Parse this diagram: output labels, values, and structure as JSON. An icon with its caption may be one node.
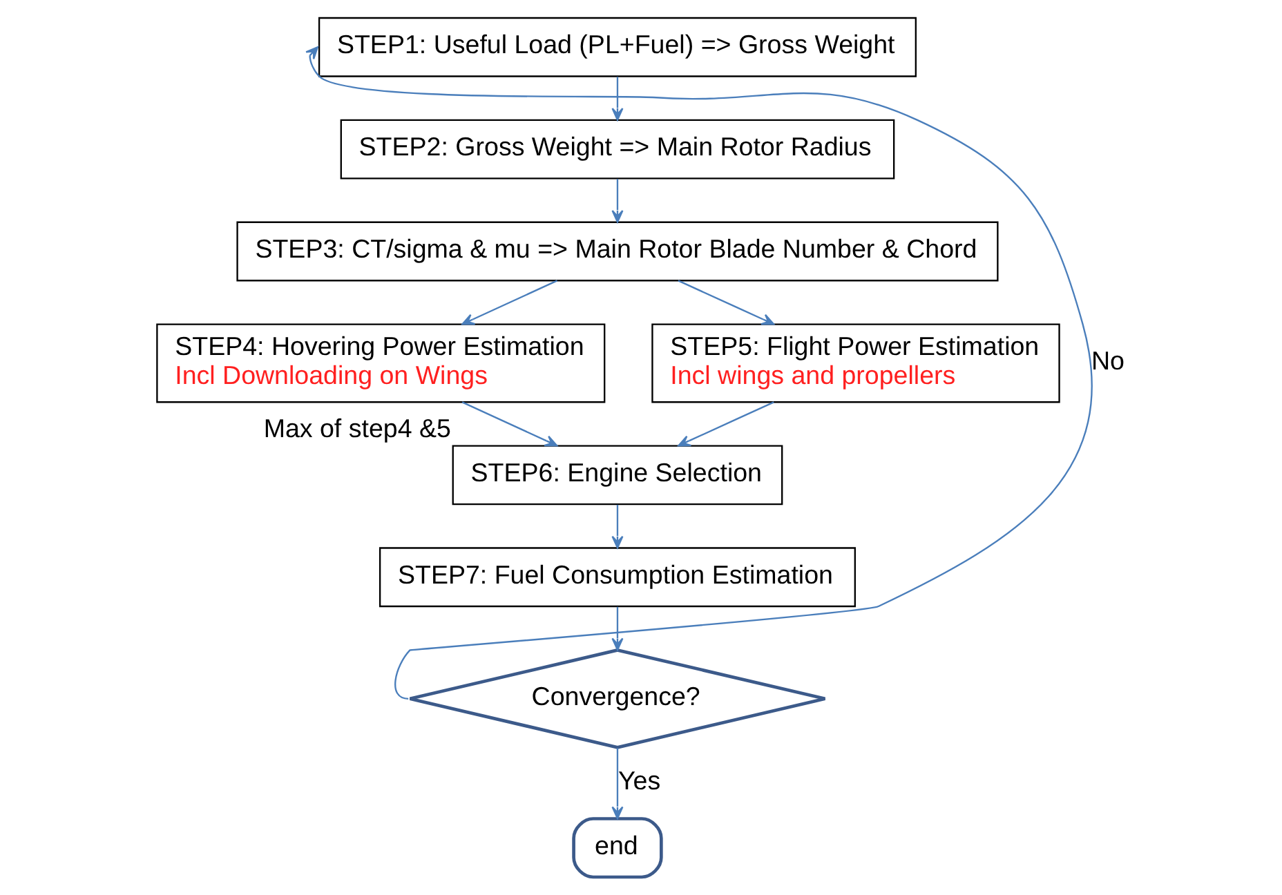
{
  "diagram": {
    "nodes": [
      {
        "text": [
          "STEP1: Useful Load (PL+Fuel) => Gross Weight"
        ]
      },
      {
        "text": [
          "STEP2: Gross Weight => Main Rotor Radius"
        ]
      },
      {
        "text": [
          "STEP3: CT/sigma & mu => Main Rotor Blade Number & Chord"
        ]
      },
      {
        "text": [
          "STEP4: Hovering Power Estimation",
          "Incl Downloading on Wings"
        ]
      },
      {
        "text": [
          "STEP5: Flight Power Estimation",
          "Incl wings and propellers"
        ]
      },
      {
        "text": [
          "STEP6: Engine Selection"
        ],
        "beside": [
          "Max of step4 &5"
        ]
      },
      {
        "text": [
          "STEP7: Fuel Consumption Estimation"
        ]
      },
      {
        "text": [
          "Convergence?"
        ]
      },
      {
        "text": [
          "end"
        ]
      }
    ],
    "edges": [
      {
        "from": 0,
        "to": 1,
        "arrow": "to"
      },
      {
        "from": 1,
        "to": 2,
        "arrow": "to"
      },
      {
        "from": 2,
        "to": 3,
        "arrow": "to"
      },
      {
        "from": 2,
        "to": 4,
        "arrow": "to"
      },
      {
        "from": 3,
        "to": 5,
        "arrow": "to"
      },
      {
        "from": 4,
        "to": 5,
        "arrow": "to"
      },
      {
        "from": 5,
        "to": 6,
        "arrow": "to"
      },
      {
        "from": 6,
        "to": 7,
        "arrow": "to"
      },
      {
        "from": 7,
        "to": 0,
        "arrow": "to",
        "label": "No"
      },
      {
        "from": 7,
        "to": 8,
        "arrow": "to",
        "label": "Yes"
      }
    ]
  }
}
